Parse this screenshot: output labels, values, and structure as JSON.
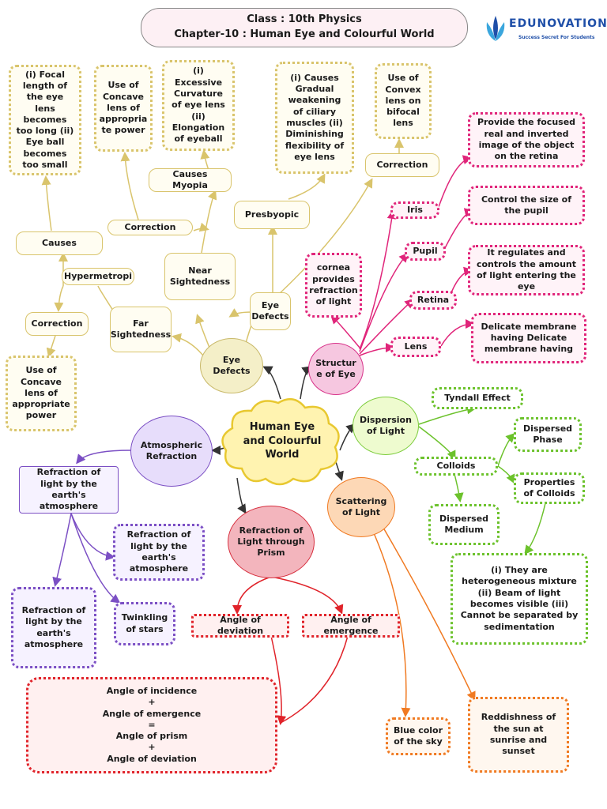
{
  "header": {
    "class_line": "Class : 10th Physics",
    "chapter_line": "Chapter-10 : Human Eye and Colourful World"
  },
  "logo": {
    "name": "EDUNOVATIONS",
    "tagline": "Success Secret For Students"
  },
  "center": "Human Eye and Colourful World",
  "eye_defects": {
    "hub": "Eye Defects",
    "defects_node": "Eye Defects",
    "far": "Far Sightedness",
    "far_hyper": "Hypermetropi",
    "far_causes": "Causes",
    "far_causes_detail": "(i) Focal length of the eye lens becomes too long (ii) Eye ball becomes too small",
    "far_correction": "Correction",
    "far_correction_detail": "Use of Concave lens of appropriate power",
    "near": "Near Sightedness",
    "near_myopia": "Causes Myopia",
    "near_myopia_detail": "(i) Excessive Curvature of eye lens (ii) Elongation of eyeball",
    "near_correction": "Correction",
    "near_correction_detail": "Use of Concave lens of appropria te power",
    "presbyopic": "Presbyopic",
    "presbyopic_causes": "(i) Causes Gradual weakening of ciliary muscles (ii) Diminishing flexibility of eye lens",
    "presbyopic_correction": "Correction",
    "presbyopic_correction_detail": "Use of Convex lens on bifocal lens"
  },
  "structure": {
    "hub": "Structur e of Eye",
    "cornea": "cornea provides refraction of light",
    "iris": "Iris",
    "iris_detail": "Provide the focused real and inverted image of the object on the retina",
    "pupil": "Pupil",
    "pupil_detail": "Control the size of the pupil",
    "retina": "Retina",
    "retina_detail": "It regulates and controls the amount of light entering the eye",
    "lens": "Lens",
    "lens_detail": "Delicate membrane having Delicate membrane having"
  },
  "dispersion": {
    "hub": "Dispersion of Light",
    "tyndall": "Tyndall Effect",
    "colloids": "Colloids",
    "dispersed_phase": "Dispersed Phase",
    "dispersed_medium": "Dispersed Medium",
    "properties": "Properties of Colloids",
    "properties_detail": "(i) They are heterogeneous mixture (ii) Beam of light becomes visible (iii) Cannot be separated by sedimentation"
  },
  "atmospheric": {
    "hub": "Atmospheric Refraction",
    "main": "Refraction of light by the earth's atmosphere",
    "mid": "Refraction of light by the earth's atmosphere",
    "lower": "Refraction of light by the earth's atmosphere",
    "twinkling": "Twinkling of stars"
  },
  "prism": {
    "hub": "Refraction of Light through Prism",
    "deviation": "Angle of deviation",
    "emergence": "Angle of emergence",
    "formula": [
      "Angle of incidence",
      "+",
      "Angle of emergence",
      "=",
      "Angle of prism",
      "+",
      "Angle of deviation"
    ]
  },
  "scattering": {
    "hub": "Scattering of Light",
    "blue": "Blue color of the sky",
    "reddish": "Reddishness of the sun at sunrise and sunset"
  },
  "colors": {
    "gold": "#d9c46c",
    "pink": "#e0257a",
    "green": "#6cc22c",
    "purple": "#7b4fc4",
    "red": "#e0232a",
    "orange": "#f07a22"
  }
}
